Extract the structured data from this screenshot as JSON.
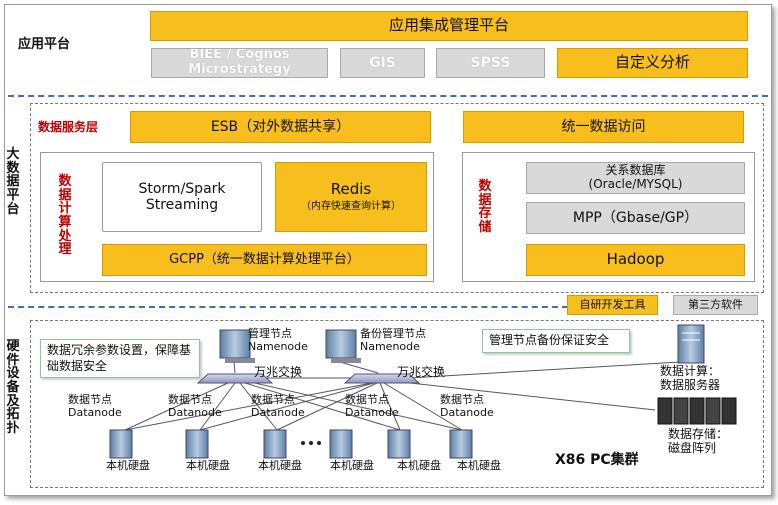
{
  "app_layer": {
    "title": "应用平台",
    "header": "应用集成管理平台",
    "items": [
      "BIEE / Cognos\nMicrostrategy",
      "GIS",
      "SPSS",
      "自定义分析"
    ]
  },
  "big_data_layer": {
    "title": "大数据平台",
    "service_label": "数据服务层",
    "esb": "ESB（对外数据共享）",
    "unified_access": "统一数据访问",
    "compute_label": "数据计算处理",
    "storm": "Storm/Spark\nStreaming",
    "redis_title": "Redis",
    "redis_sub": "（内存快速查询计算）",
    "gcpp": "GCPP（统一数据计算处理平台）",
    "storage_label": "数据存储",
    "rdb": "关系数据库\n(Oracle/MYSQL)",
    "mpp": "MPP（Gbase/GP）",
    "hadoop": "Hadoop"
  },
  "tools": {
    "self_dev": "自研开发工具",
    "third_party": "第三方软件"
  },
  "hardware_layer": {
    "title": "硬件设备及拓扑",
    "note_left": "数据冗余参数设置，保障基础数据安全",
    "note_right": "管理节点备份保证安全",
    "namenode": "管理节点\nNamenode",
    "backup_namenode": "备份管理节点\nNamenode",
    "switch_label": "万兆交换",
    "datanode": "数据节点\nDatanode",
    "disk": "本机硬盘",
    "compute_server": "数据计算：\n数据服务器",
    "storage_array": "数据存储：\n磁盘阵列",
    "cluster": "X86 PC集群"
  },
  "colors": {
    "accent": "#f7be1d",
    "gray": "#d9d9d9",
    "dash": "#3f6fb5",
    "red_label": "#c00000"
  }
}
